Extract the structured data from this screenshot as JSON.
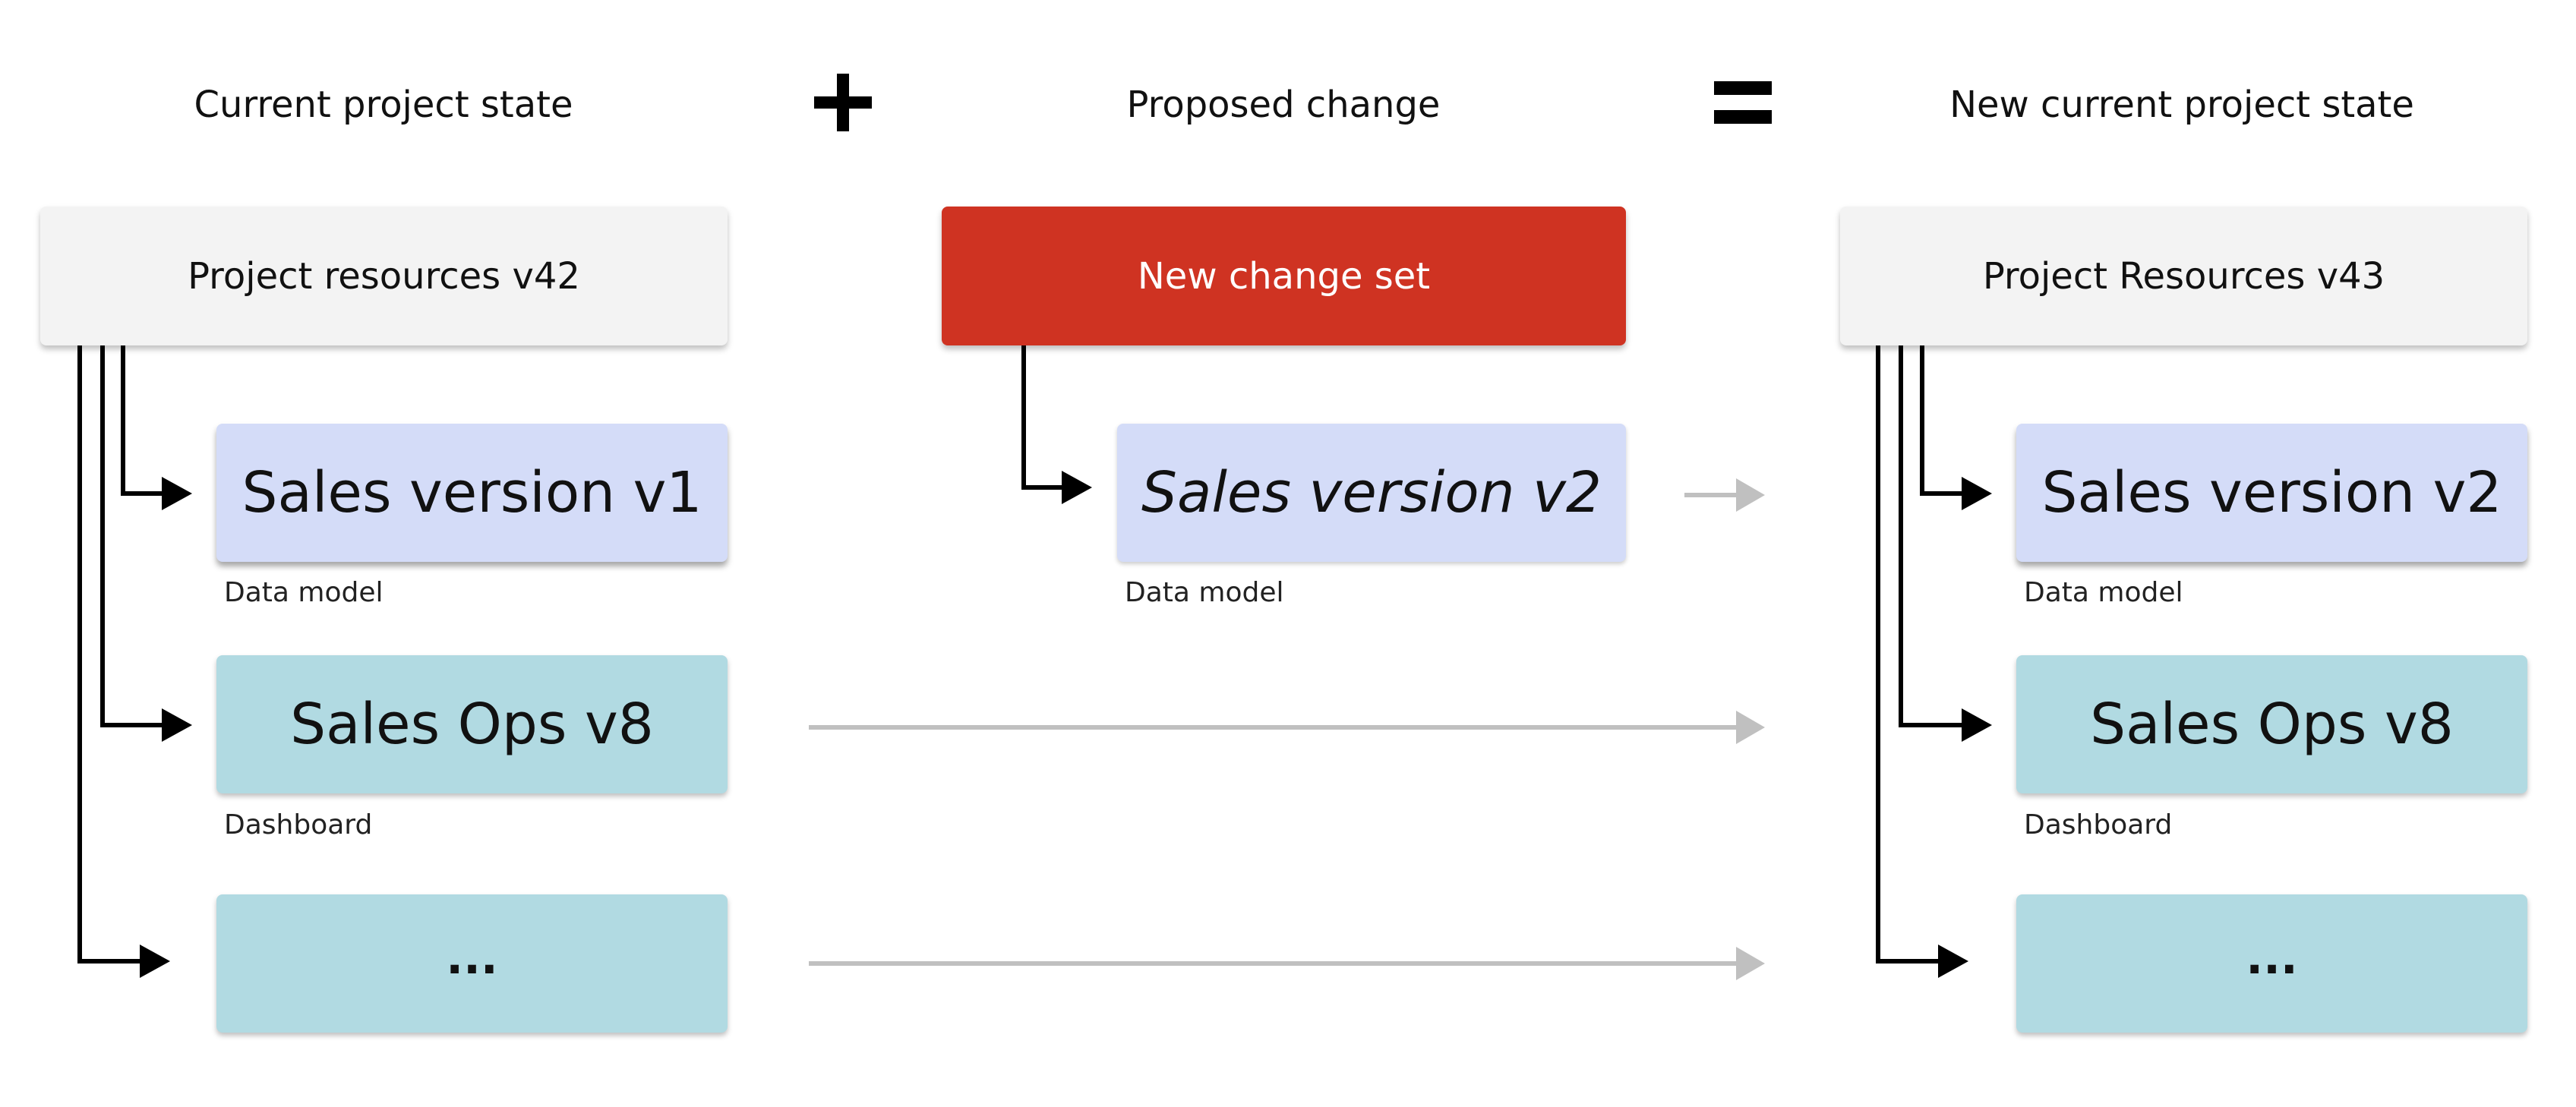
{
  "columns": {
    "current": {
      "title": "Current project state",
      "header": "Project resources v42",
      "data_model_item": "Sales version v1",
      "data_model_label": "Data model",
      "dashboard_item": "Sales Ops v8",
      "dashboard_label": "Dashboard",
      "more_item": "..."
    },
    "proposed": {
      "title": "Proposed change",
      "header": "New change set",
      "data_model_item": "Sales version v2",
      "data_model_label": "Data model"
    },
    "result": {
      "title": "New current project state",
      "header": "Project Resources v43",
      "data_model_item": "Sales version v2",
      "data_model_label": "Data model",
      "dashboard_item": "Sales Ops v8",
      "dashboard_label": "Dashboard",
      "more_item": "..."
    }
  },
  "operators": {
    "plus": "plus-sign",
    "equals": "equals-sign"
  },
  "colors": {
    "header_bg": "#f3f3f3",
    "change_bg": "#cf3322",
    "data_model_bg": "#d4dcf8",
    "dashboard_bg": "#b1dae2",
    "connector": "#000000",
    "flow_arrow": "#c0c0c0"
  }
}
